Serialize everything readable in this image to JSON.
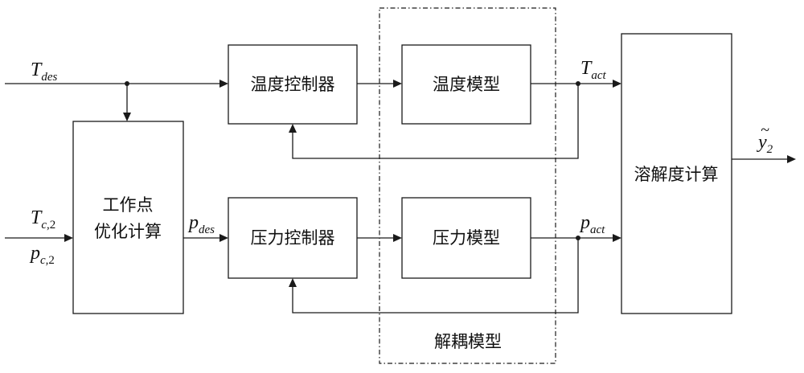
{
  "blocks": {
    "optimizer_line1": "工作点",
    "optimizer_line2": "优化计算",
    "temp_controller": "温度控制器",
    "pressure_controller": "压力控制器",
    "temp_model": "温度模型",
    "pressure_model": "压力模型",
    "solubility_calc": "溶解度计算",
    "decoupling_model": "解耦模型"
  },
  "signals": {
    "t_des": {
      "base": "T",
      "sub": "des"
    },
    "t_c2": {
      "base": "T",
      "sub": "c",
      "sub2": ",2"
    },
    "p_c2": {
      "base": "p",
      "sub": "c",
      "sub2": ",2"
    },
    "p_des": {
      "base": "p",
      "sub": "des"
    },
    "t_act": {
      "base": "T",
      "sub": "act"
    },
    "p_act": {
      "base": "p",
      "sub": "act"
    },
    "y2": {
      "base": "y",
      "sub": "2",
      "accent": "~"
    }
  }
}
